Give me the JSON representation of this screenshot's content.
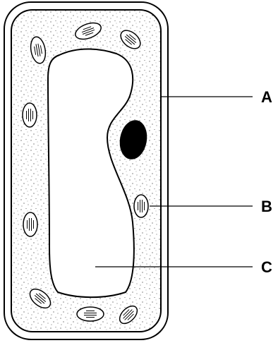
{
  "diagram": {
    "labels": {
      "a": "A",
      "b": "B",
      "c": "C"
    },
    "colors": {
      "stroke": "#000000",
      "background": "#ffffff",
      "nucleus": "#000000",
      "cytoplasm_dots": "#333333"
    }
  }
}
